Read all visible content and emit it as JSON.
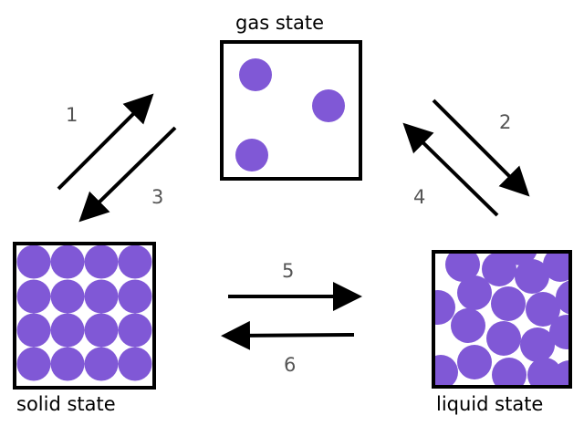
{
  "states": {
    "gas": "gas state",
    "solid": "solid state",
    "liquid": "liquid state"
  },
  "arrows": {
    "a1": "1",
    "a2": "2",
    "a3": "3",
    "a4": "4",
    "a5": "5",
    "a6": "6"
  },
  "colors": {
    "particle": "#8058d6",
    "label": "#555555"
  }
}
